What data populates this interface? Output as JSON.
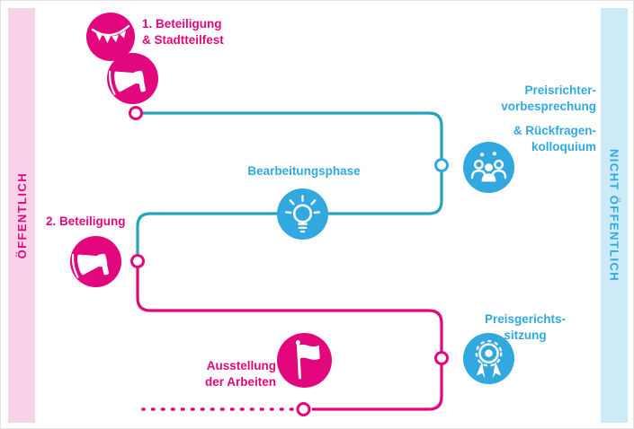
{
  "colors": {
    "pink": "#e2077c",
    "pink_light": "#f8d3e8",
    "blue": "#31a9e0",
    "blue_light": "#cdeaf8",
    "line_teal": "#27a4bb",
    "line_pink": "#e2077c",
    "background": "#ffffff"
  },
  "sidebars": {
    "left": {
      "label": "ÖFFENTLICH"
    },
    "right": {
      "label": "NICHT ÖFFENTLICH"
    }
  },
  "nodes": [
    {
      "id": "beteiligung-1",
      "color": "pink",
      "icons": [
        "garland-icon",
        "megaphone-icon"
      ],
      "label_lines": [
        "1. Beteiligung",
        "& Stadtteilfest"
      ]
    },
    {
      "id": "preisrichter",
      "color": "blue",
      "icons": [
        "people-icon"
      ],
      "label_lines": [
        "Preisrichter-",
        "vorbesprechung",
        "& Rückfragen-",
        "kolloquium"
      ]
    },
    {
      "id": "bearbeitungsphase",
      "color": "blue",
      "icons": [
        "lightbulb-icon"
      ],
      "label_lines": [
        "Bearbeitungsphase"
      ]
    },
    {
      "id": "beteiligung-2",
      "color": "pink",
      "icons": [
        "megaphone-icon"
      ],
      "label_lines": [
        "2. Beteiligung"
      ]
    },
    {
      "id": "preisgericht",
      "color": "blue",
      "icons": [
        "medal-icon"
      ],
      "label_lines": [
        "Preisgerichts-",
        "sitzung"
      ]
    },
    {
      "id": "ausstellung",
      "color": "pink",
      "icons": [
        "flag-icon"
      ],
      "label_lines": [
        "Ausstellung",
        "der Arbeiten"
      ]
    }
  ]
}
